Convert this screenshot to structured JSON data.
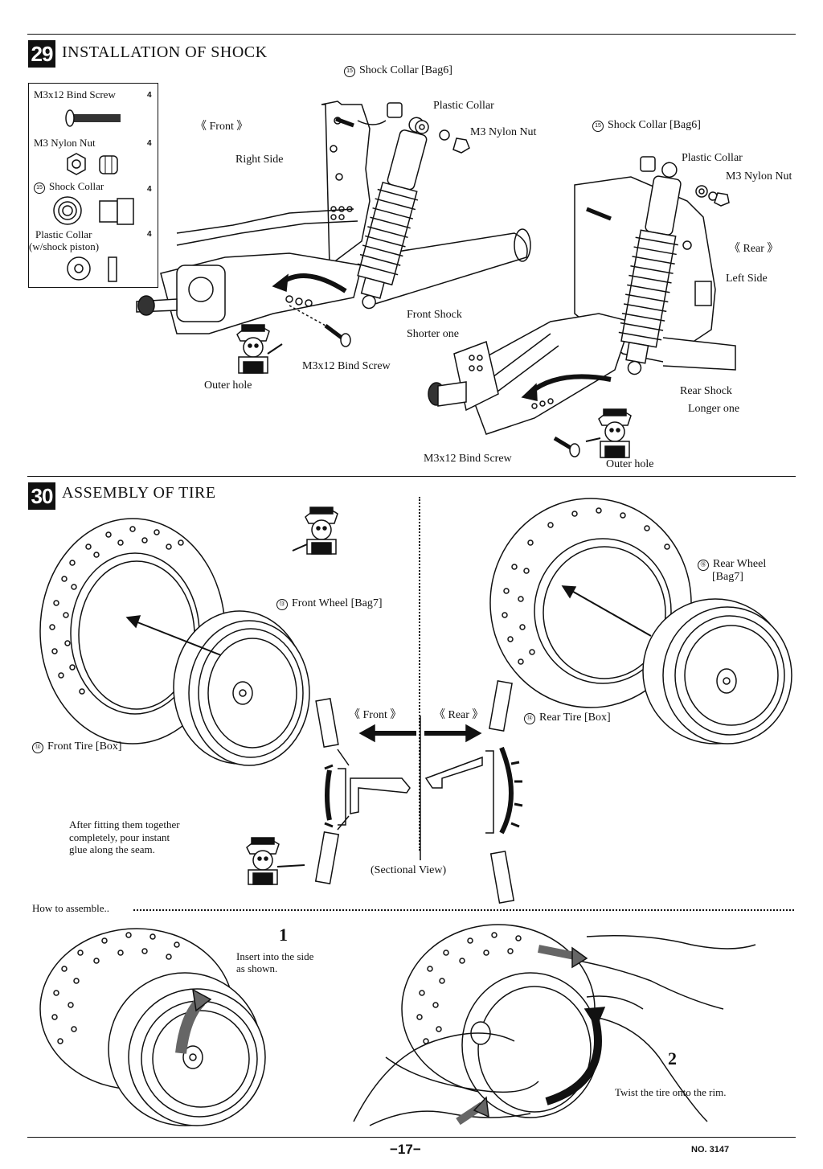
{
  "step29": {
    "number": "29",
    "title": "INSTALLATION OF SHOCK",
    "parts": [
      {
        "name": "M3x12 Bind Screw",
        "qty": "4",
        "icon": "screw-icon"
      },
      {
        "name": "M3 Nylon Nut",
        "qty": "4",
        "icon": "nut-icon"
      },
      {
        "name": "Shock Collar",
        "qty": "4",
        "icon": "collar-icon",
        "ref": "⑮"
      },
      {
        "name": "Plastic Collar",
        "sub": "(w/shock piston)",
        "qty": "4",
        "icon": "plastic-collar-icon"
      }
    ],
    "labels": {
      "shock_collar_left": "Shock Collar [Bag6]",
      "plastic_collar_left": "Plastic Collar",
      "nylon_nut_left": "M3 Nylon Nut",
      "front": "《 Front 》",
      "right_side": "Right Side",
      "front_shock": "Front Shock",
      "shorter_one": "Shorter one",
      "bind_screw_left": "M3x12 Bind Screw",
      "outer_hole_left": "Outer hole",
      "shock_collar_right": "Shock Collar [Bag6]",
      "plastic_collar_right": "Plastic Collar",
      "nylon_nut_right": "M3 Nylon Nut",
      "rear": "《 Rear 》",
      "left_side": "Left Side",
      "rear_shock": "Rear Shock",
      "longer_one": "Longer one",
      "bind_screw_right": "M3x12 Bind Screw",
      "outer_hole_right": "Outer hole",
      "ref_symbol": "⑮"
    }
  },
  "step30": {
    "number": "30",
    "title": "ASSEMBLY OF TIRE",
    "labels": {
      "front_wheel": "Front Wheel [Bag7]",
      "front_wheel_ref": "⑬",
      "front_tire": "Front Tire [Box]",
      "front_tire_ref": "⑭",
      "rear_wheel_1": "Rear Wheel",
      "rear_wheel_2": "[Bag7]",
      "rear_wheel_ref": "⑯",
      "rear_tire": "Rear Tire [Box]",
      "rear_tire_ref": "⑭",
      "front_tag": "《 Front 》",
      "rear_tag": "《 Rear 》",
      "sectional_view": "(Sectional View)",
      "glue_note_1": "After fitting them together",
      "glue_note_2": "completely, pour instant",
      "glue_note_3": "glue along the seam."
    },
    "how_to": "How to assemble..",
    "steps": [
      {
        "num": "1",
        "text_1": "Insert into the side",
        "text_2": "as shown."
      },
      {
        "num": "2",
        "text_1": "Twist the tire onto the rim."
      }
    ]
  },
  "footer": {
    "page": "−17−",
    "doc_no": "NO. 3147"
  }
}
